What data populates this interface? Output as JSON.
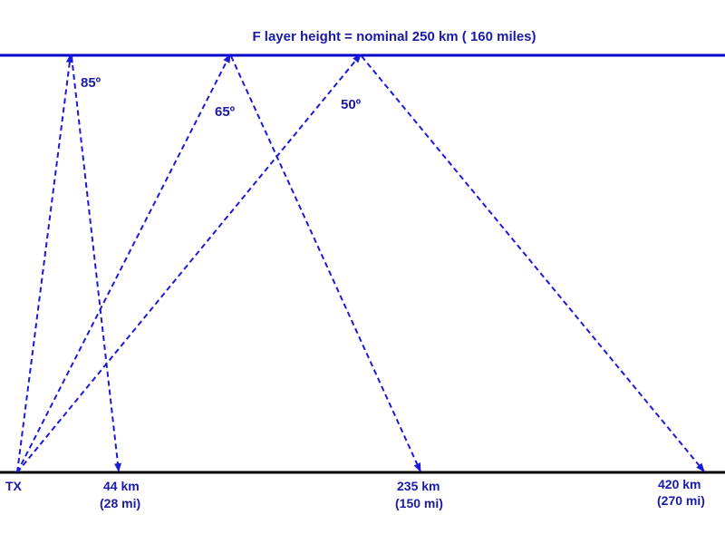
{
  "title": "F layer height = nominal 250 km ( 160 miles)",
  "transmitter": "TX",
  "paths": [
    {
      "angle": "85º",
      "dist_km": "44 km",
      "dist_mi": "(28 mi)"
    },
    {
      "angle": "65º",
      "dist_km": "235 km",
      "dist_mi": "(150 mi)"
    },
    {
      "angle": "50º",
      "dist_km": "420 km",
      "dist_mi": "(270 mi)"
    }
  ],
  "colors": {
    "ionosphere": "#0000cc",
    "ray": "#1a1adb",
    "ground": "#000000",
    "text": "#1a1aa6"
  }
}
